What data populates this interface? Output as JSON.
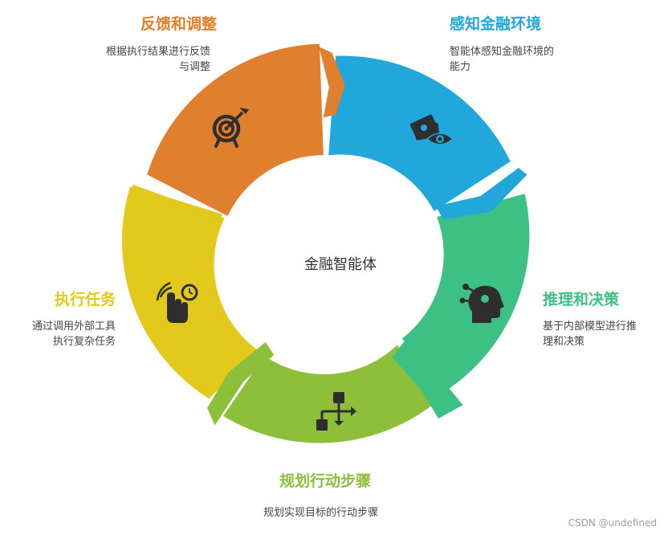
{
  "center": {
    "label": "金融智能体"
  },
  "colors": {
    "orange": "#E07F2E",
    "blue": "#22A7DA",
    "green": "#3DC084",
    "lime": "#8DBF3B",
    "yellow": "#E2C91C",
    "icon": "#2E2E2E"
  },
  "stages": [
    {
      "key": "feedback",
      "title": "反馈和调整",
      "desc": [
        "根据执行结果进行反馈",
        "与调整"
      ],
      "icon": "target-icon"
    },
    {
      "key": "perceive",
      "title": "感知金融环境",
      "desc": [
        "智能体感知金融环境的",
        "能力"
      ],
      "icon": "eye-cash-icon"
    },
    {
      "key": "reason",
      "title": "推理和决策",
      "desc": [
        "基于内部模型进行推",
        "理和决策"
      ],
      "icon": "head-brain-icon"
    },
    {
      "key": "plan",
      "title": "规划行动步骤",
      "desc": [
        "规划实现目标的行动步骤"
      ],
      "icon": "flowchart-icon"
    },
    {
      "key": "execute",
      "title": "执行任务",
      "desc": [
        "通过调用外部工具",
        "执行复杂任务"
      ],
      "icon": "hand-timer-icon"
    }
  ],
  "watermark": "CSDN @undefined"
}
